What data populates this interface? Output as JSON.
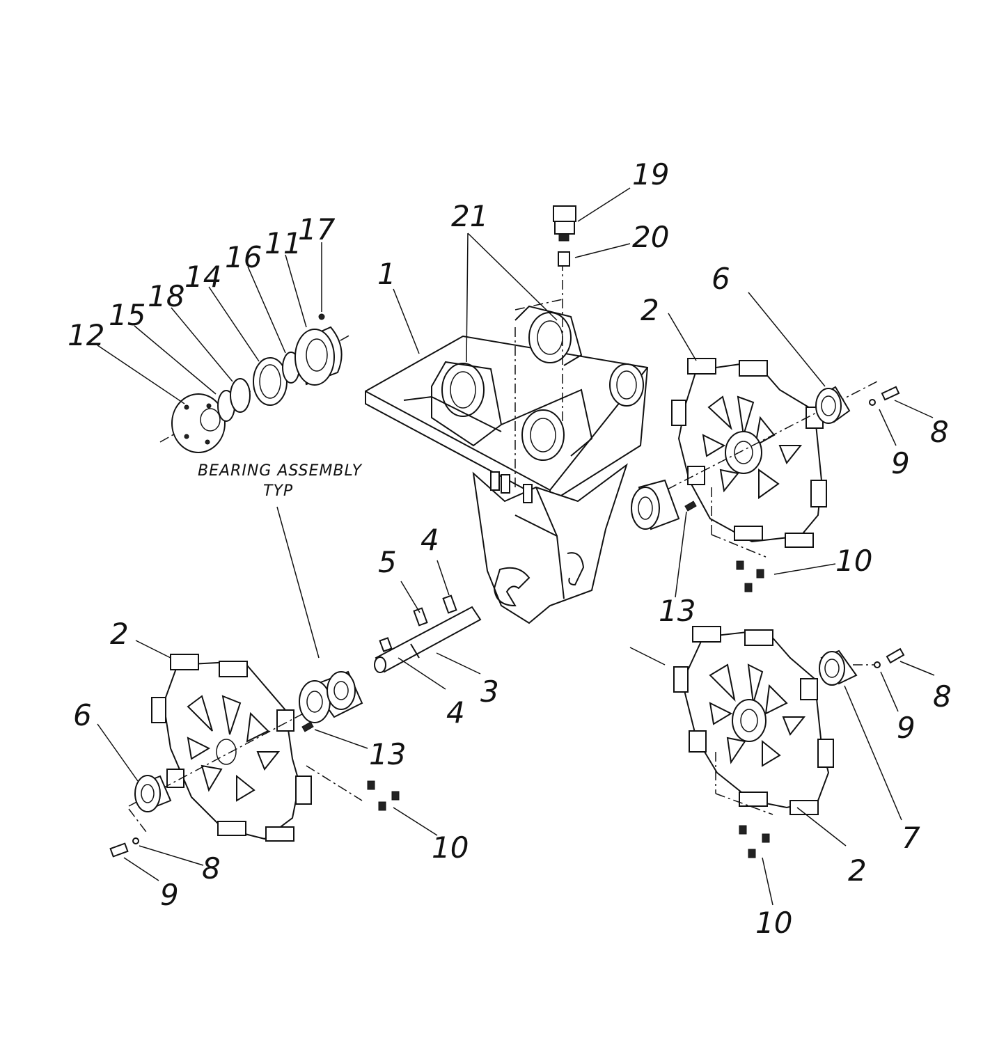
{
  "note": {
    "line1": "BEARING ASSEMBLY",
    "line2": "TYP"
  },
  "callouts": {
    "c19": "19",
    "c21": "21",
    "c20": "20",
    "c1": "1",
    "c17": "17",
    "c11": "11",
    "c16": "16",
    "c14": "14",
    "c18": "18",
    "c15": "15",
    "c12": "12",
    "c6_right": "6",
    "c2_right_top": "2",
    "c8_right_top": "8",
    "c9_right_top": "9",
    "c10_right_top": "10",
    "c13_right": "13",
    "c4_top": "4",
    "c5": "5",
    "c3": "3",
    "c4_bottom": "4",
    "c2_left": "2",
    "c6_left": "6",
    "c13_left": "13",
    "c10_left": "10",
    "c8_left": "8",
    "c9_left": "9",
    "c8_right_bottom": "8",
    "c9_right_bottom": "9",
    "c7": "7",
    "c2_right_bottom": "2",
    "c10_right_bottom": "10"
  }
}
